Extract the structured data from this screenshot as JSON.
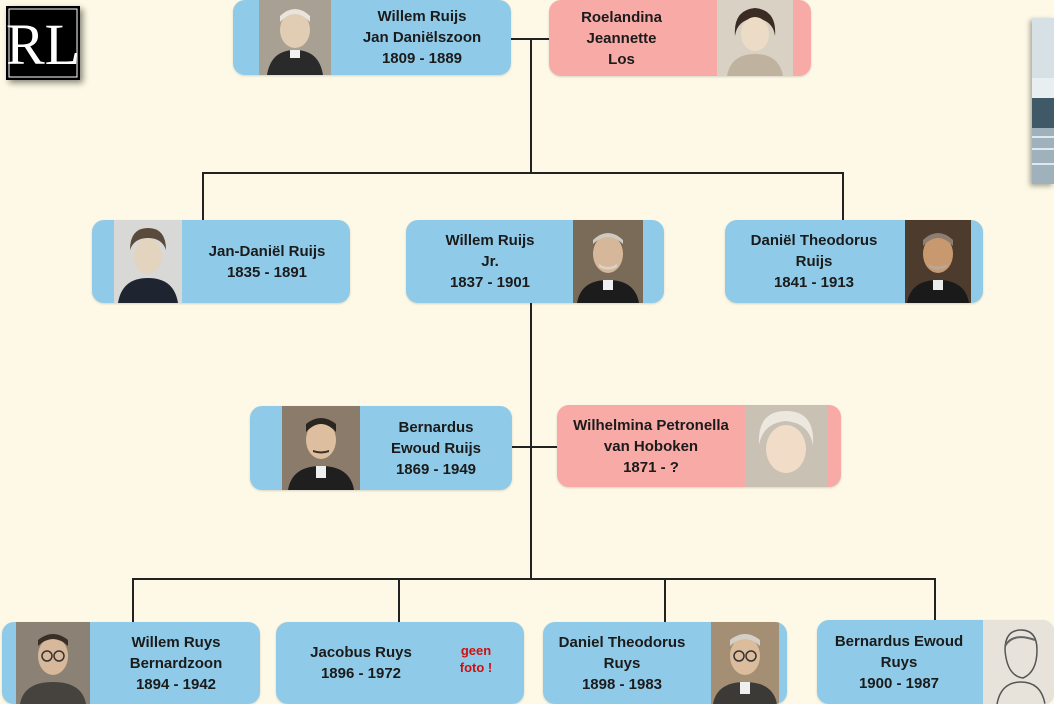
{
  "logo": {
    "text": "RL"
  },
  "gen1": {
    "father": {
      "name1": "Willem Ruijs",
      "name2": "Jan Daniëlszoon",
      "years": "1809 - 1889"
    },
    "mother": {
      "name1": "Roelandina",
      "name2": "Jeannette",
      "name3": "Los"
    }
  },
  "gen2": {
    "jan": {
      "name1": "Jan-Daniël Ruijs",
      "years": "1835 - 1891"
    },
    "willem": {
      "name1": "Willem Ruijs",
      "name2": "Jr.",
      "years": "1837 - 1901"
    },
    "daniel": {
      "name1": "Daniël Theodorus",
      "name2": "Ruijs",
      "years": "1841 - 1913"
    }
  },
  "gen3": {
    "bernardus": {
      "name1": "Bernardus",
      "name2": "Ewoud Ruijs",
      "years": "1869 - 1949"
    },
    "wilhelmina": {
      "name1": "Wilhelmina Petronella",
      "name2": "van Hoboken",
      "years": "1871 - ?"
    }
  },
  "gen4": {
    "willem": {
      "name1": "Willem Ruys",
      "name2": "Bernardzoon",
      "years": "1894 - 1942"
    },
    "jacobus": {
      "name1": "Jacobus Ruys",
      "years": "1896 - 1972",
      "note1": "geen",
      "note2": "foto !"
    },
    "daniel": {
      "name1": "Daniel Theodorus",
      "name2": "Ruys",
      "years": "1898 - 1983"
    },
    "bernardus": {
      "name1": "Bernardus Ewoud",
      "name2": "Ruys",
      "years": "1900 - 1987"
    }
  },
  "colors": {
    "male": "#8fcbe8",
    "female": "#f8aaa6",
    "background": "#fdf9e6",
    "note": "#cc1111"
  }
}
